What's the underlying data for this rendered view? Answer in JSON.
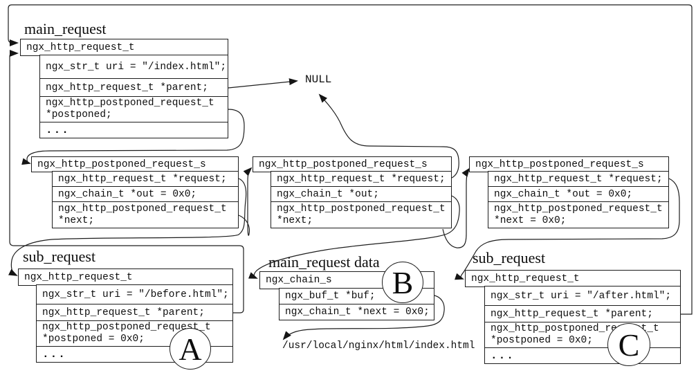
{
  "labels": {
    "null_value": "NULL",
    "file_path": "/usr/local/nginx/html/index.html"
  },
  "boxes": {
    "main": {
      "title": "main_request",
      "struct": "ngx_http_request_t",
      "rows": {
        "uri": "ngx_str_t uri = ″/index.html″;",
        "parent": "ngx_http_request_t *parent;",
        "postponed_l1": "ngx_http_postponed_request_t",
        "postponed_l2": "*postponed;",
        "dots": "..."
      }
    },
    "p1": {
      "struct": "ngx_http_postponed_request_s",
      "rows": {
        "request": "ngx_http_request_t *request;",
        "out": "ngx_chain_t *out = 0x0;",
        "next_l1": "ngx_http_postponed_request_t",
        "next_l2": "*next;"
      }
    },
    "p2": {
      "struct": "ngx_http_postponed_request_s",
      "rows": {
        "request": "ngx_http_request_t *request;",
        "out": "ngx_chain_t *out;",
        "next_l1": "ngx_http_postponed_request_t",
        "next_l2": "*next;"
      }
    },
    "p3": {
      "struct": "ngx_http_postponed_request_s",
      "rows": {
        "request": "ngx_http_request_t *request;",
        "out": "ngx_chain_t *out = 0x0;",
        "next_l1": "ngx_http_postponed_request_t",
        "next_l2": "*next = 0x0;"
      }
    },
    "sub_before": {
      "title": "sub_request",
      "struct": "ngx_http_request_t",
      "badge": "A",
      "rows": {
        "uri": "ngx_str_t uri = ″/before.html″;",
        "parent": "ngx_http_request_t *parent;",
        "postponed_l1": "ngx_http_postponed_request_t",
        "postponed_l2": "*postponed = 0x0;",
        "dots": "..."
      }
    },
    "chain": {
      "title": "main_request data",
      "struct": "ngx_chain_s",
      "badge": "B",
      "rows": {
        "buf": "ngx_buf_t *buf;",
        "next": "ngx_chain_t *next = 0x0;"
      }
    },
    "sub_after": {
      "title": "sub_request",
      "struct": "ngx_http_request_t",
      "badge": "C",
      "rows": {
        "uri": "ngx_str_t uri = ″/after.html″;",
        "parent": "ngx_http_request_t *parent;",
        "postponed_l1": "ngx_http_postponed_request_t",
        "postponed_l2": "*postponed = 0x0;",
        "dots": "..."
      }
    }
  },
  "arrows": [
    {
      "from": "sub_request_C.parent",
      "to": "main_request"
    },
    {
      "from": "sub_request_A.parent",
      "to": "main_request"
    },
    {
      "from": "main_request.parent",
      "to": "NULL"
    },
    {
      "from": "main_request.postponed",
      "to": "postponed_node_1"
    },
    {
      "from": "postponed_node_1.request",
      "to": "sub_request_A"
    },
    {
      "from": "postponed_node_1.next",
      "to": "postponed_node_2"
    },
    {
      "from": "postponed_node_2.request",
      "to": "NULL"
    },
    {
      "from": "postponed_node_2.out",
      "to": "main_request_data_chain"
    },
    {
      "from": "postponed_node_2.next",
      "to": "postponed_node_3"
    },
    {
      "from": "postponed_node_3.request",
      "to": "sub_request_C"
    },
    {
      "from": "chain.buf",
      "to": "file_path"
    }
  ],
  "colors": {
    "line": "#1d1d1d",
    "background": "#ffffff",
    "text": "#0d0d0d"
  }
}
